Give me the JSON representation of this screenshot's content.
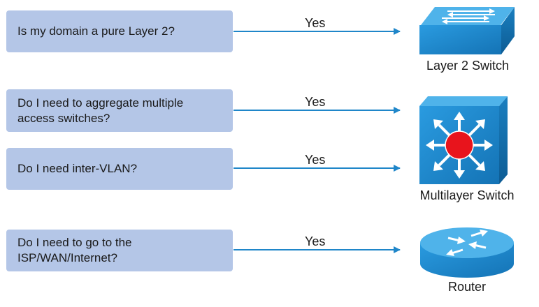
{
  "questions": [
    {
      "text": "Is my domain a pure Layer 2?"
    },
    {
      "text": "Do I need to aggregate multiple\naccess switches?"
    },
    {
      "text": "Do I need inter-VLAN?"
    },
    {
      "text": "Do I need to go to the\nISP/WAN/Internet?"
    }
  ],
  "answers": [
    "Yes",
    "Yes",
    "Yes",
    "Yes"
  ],
  "devices": [
    {
      "label": "Layer 2 Switch",
      "icon": "layer2-switch-icon"
    },
    {
      "label": "Multilayer Switch",
      "icon": "multilayer-switch-icon"
    },
    {
      "label": "Router",
      "icon": "router-icon"
    }
  ],
  "colors": {
    "box_fill": "#b4c6e7",
    "arrow": "#1f86c9",
    "device_blue": "#1a8ed2",
    "device_dark": "#0c5e96",
    "core_red": "#e8141c"
  }
}
